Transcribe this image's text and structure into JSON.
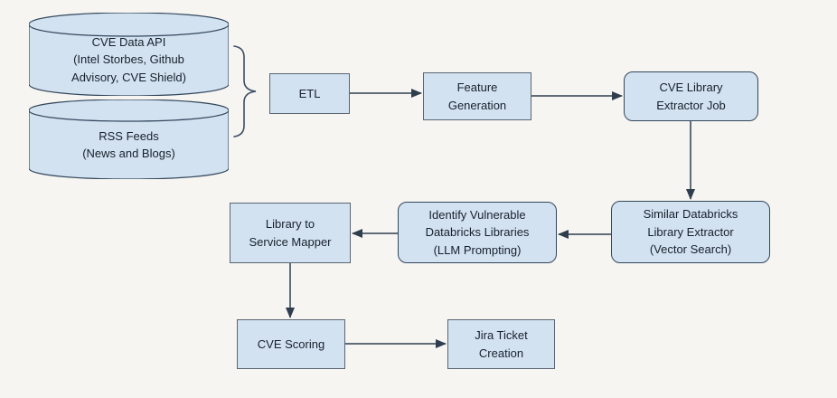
{
  "diagram": {
    "type": "flowchart",
    "background_color": "#f6f5f2",
    "node_fill_color": "#d3e2f1",
    "node_border_color": "#33475c",
    "arrow_color": "#2f3e4e",
    "text_color": "#16202b"
  },
  "nodes": {
    "cve_data_api": {
      "shape": "cylinder",
      "label": "CVE Data API\n(Intel Storbes, Github\nAdvisory, CVE Shield)"
    },
    "rss_feeds": {
      "shape": "cylinder",
      "label": "RSS Feeds\n(News and Blogs)"
    },
    "etl": {
      "shape": "rectangle",
      "label": "ETL"
    },
    "feature_generation": {
      "shape": "rectangle",
      "label": "Feature\nGeneration"
    },
    "cve_library_extractor_job": {
      "shape": "rounded-rectangle",
      "label": "CVE Library\nExtractor Job"
    },
    "similar_databricks_library_extractor": {
      "shape": "rounded-rectangle",
      "label": "Similar Databricks\nLibrary Extractor\n(Vector Search)"
    },
    "identify_vulnerable_databricks_libraries": {
      "shape": "rounded-rectangle",
      "label": "Identify Vulnerable\nDatabricks Libraries\n(LLM Prompting)"
    },
    "library_to_service_mapper": {
      "shape": "rectangle",
      "label": "Library to\nService Mapper"
    },
    "cve_scoring": {
      "shape": "rectangle",
      "label": "CVE Scoring"
    },
    "jira_ticket_creation": {
      "shape": "rectangle",
      "label": "Jira Ticket\nCreation"
    }
  },
  "edges": [
    {
      "from": "cve_data_api",
      "to": "etl",
      "connector": "curly-brace"
    },
    {
      "from": "rss_feeds",
      "to": "etl",
      "connector": "curly-brace"
    },
    {
      "from": "etl",
      "to": "feature_generation",
      "connector": "arrow"
    },
    {
      "from": "feature_generation",
      "to": "cve_library_extractor_job",
      "connector": "arrow"
    },
    {
      "from": "cve_library_extractor_job",
      "to": "similar_databricks_library_extractor",
      "connector": "arrow"
    },
    {
      "from": "similar_databricks_library_extractor",
      "to": "identify_vulnerable_databricks_libraries",
      "connector": "arrow"
    },
    {
      "from": "identify_vulnerable_databricks_libraries",
      "to": "library_to_service_mapper",
      "connector": "arrow"
    },
    {
      "from": "library_to_service_mapper",
      "to": "cve_scoring",
      "connector": "arrow"
    },
    {
      "from": "cve_scoring",
      "to": "jira_ticket_creation",
      "connector": "arrow"
    }
  ]
}
